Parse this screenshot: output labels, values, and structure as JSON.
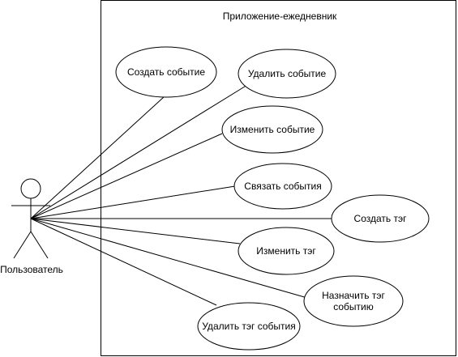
{
  "system": {
    "title": "Приложение-ежедневник"
  },
  "actor": {
    "label": "Пользователь"
  },
  "use_cases": [
    {
      "id": "uc1",
      "lines": [
        "Создать событие"
      ]
    },
    {
      "id": "uc2",
      "lines": [
        "Удалить событие"
      ]
    },
    {
      "id": "uc3",
      "lines": [
        "Изменить событие"
      ]
    },
    {
      "id": "uc4",
      "lines": [
        "Связать события"
      ]
    },
    {
      "id": "uc5",
      "lines": [
        "Создать тэг"
      ]
    },
    {
      "id": "uc6",
      "lines": [
        "Изменить тэг"
      ]
    },
    {
      "id": "uc7",
      "lines": [
        "Назначить тэг",
        "событию"
      ]
    },
    {
      "id": "uc8",
      "lines": [
        "Удалить тэг события"
      ]
    }
  ]
}
